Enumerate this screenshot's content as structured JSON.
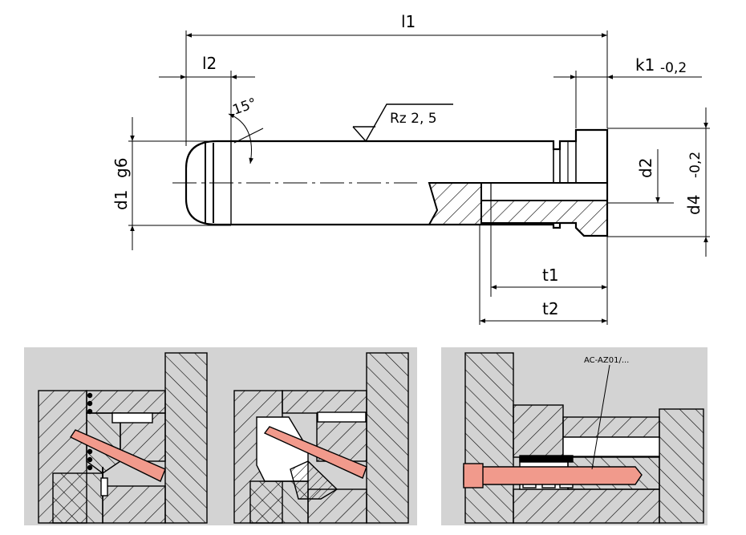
{
  "drawing": {
    "dim_l1": "l1",
    "dim_l2": "l2",
    "dim_k1": "k1",
    "dim_k1_tol": "-0,2",
    "angle": "15°",
    "roughness": "Rz  2, 5",
    "dim_d1": "d1",
    "dim_d1_fit": "g6",
    "dim_d2": "d2",
    "dim_d4": "d4",
    "dim_d4_tol": "-0,2",
    "dim_t1": "t1",
    "dim_t2": "t2"
  },
  "panels": {
    "right_label": "AC-AZ01/..."
  },
  "colors": {
    "part_highlight": "#f19a8c",
    "panel_gray": "#d3d3d3",
    "line": "#000000"
  }
}
